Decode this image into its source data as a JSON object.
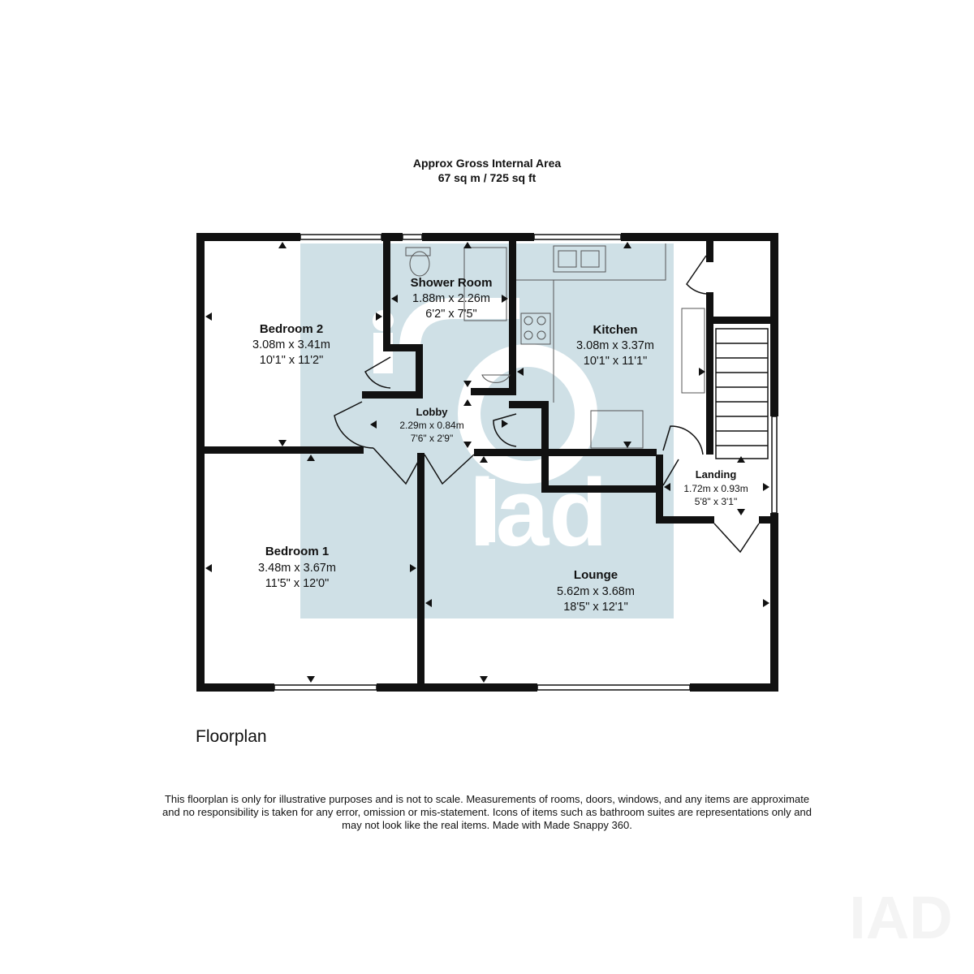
{
  "header": {
    "area_title": "Approx Gross Internal Area",
    "area_value": "67 sq m / 725 sq ft"
  },
  "rooms": {
    "bedroom2": {
      "name": "Bedroom 2",
      "metric": "3.08m x 3.41m",
      "imperial": "10'1\" x 11'2\""
    },
    "shower_room": {
      "name": "Shower Room",
      "metric": "1.88m x 2.26m",
      "imperial": "6'2\" x 7'5\""
    },
    "kitchen": {
      "name": "Kitchen",
      "metric": "3.08m x 3.37m",
      "imperial": "10'1\" x 11'1\""
    },
    "lobby": {
      "name": "Lobby",
      "metric": "2.29m x 0.84m",
      "imperial": "7'6\" x 2'9\""
    },
    "landing": {
      "name": "Landing",
      "metric": "1.72m x 0.93m",
      "imperial": "5'8\" x 3'1\""
    },
    "bedroom1": {
      "name": "Bedroom 1",
      "metric": "3.48m x 3.67m",
      "imperial": "11'5\" x 12'0\""
    },
    "lounge": {
      "name": "Lounge",
      "metric": "5.62m x 3.68m",
      "imperial": "18'5\" x 12'1\""
    }
  },
  "watermark": {
    "text": "iad",
    "color": "#cfe0e6"
  },
  "colors": {
    "wall": "#111111",
    "fixture": "#555555",
    "watermark_bg": "#cfe0e6"
  },
  "floor_label": "Floorplan",
  "disclaimer": {
    "line1": "This floorplan is only for illustrative purposes and is not to scale. Measurements of rooms, doors, windows, and any items are approximate",
    "line2": "and no responsibility is taken for any error, omission or mis-statement. Icons of items such as bathroom suites are representations only and",
    "line3": "may not look like the real items. Made with Made Snappy 360."
  },
  "brand_logo": {
    "text": "IAD"
  }
}
